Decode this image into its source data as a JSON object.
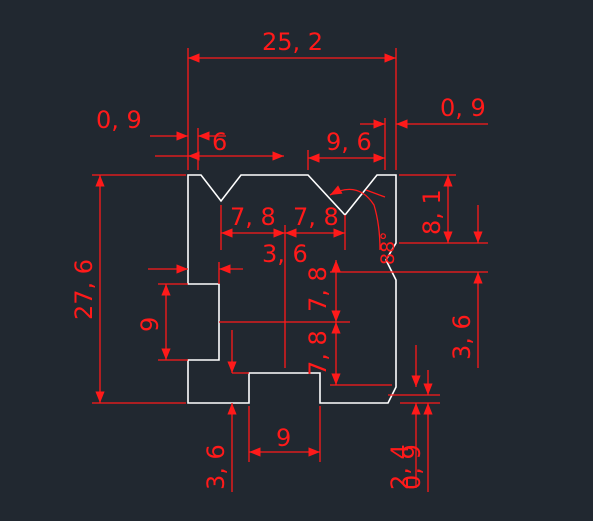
{
  "colors": {
    "background": "#212830",
    "outline": "#ffffff",
    "dimension": "#ff1a1a"
  },
  "dimensions": {
    "overall_width": "25, 2",
    "left_margin": "0, 9",
    "right_margin": "0, 9",
    "left_notch_width": "6",
    "right_notch_width": "9, 6",
    "overall_height": "27, 6",
    "upper_right_height": "8, 1",
    "mid_right_height": "3, 6",
    "left_pitch": "7, 8",
    "right_pitch": "7, 8",
    "center_offset": "3, 6",
    "vertical_pitch_upper": "7, 8",
    "vertical_pitch_lower": "7, 8",
    "left_slot_height": "9",
    "bottom_slot_width": "9",
    "bottom_slot_depth": "3, 6",
    "bottom_right_small_a": "2, 4",
    "bottom_right_small_b": "0, 9",
    "angle": "88°"
  }
}
